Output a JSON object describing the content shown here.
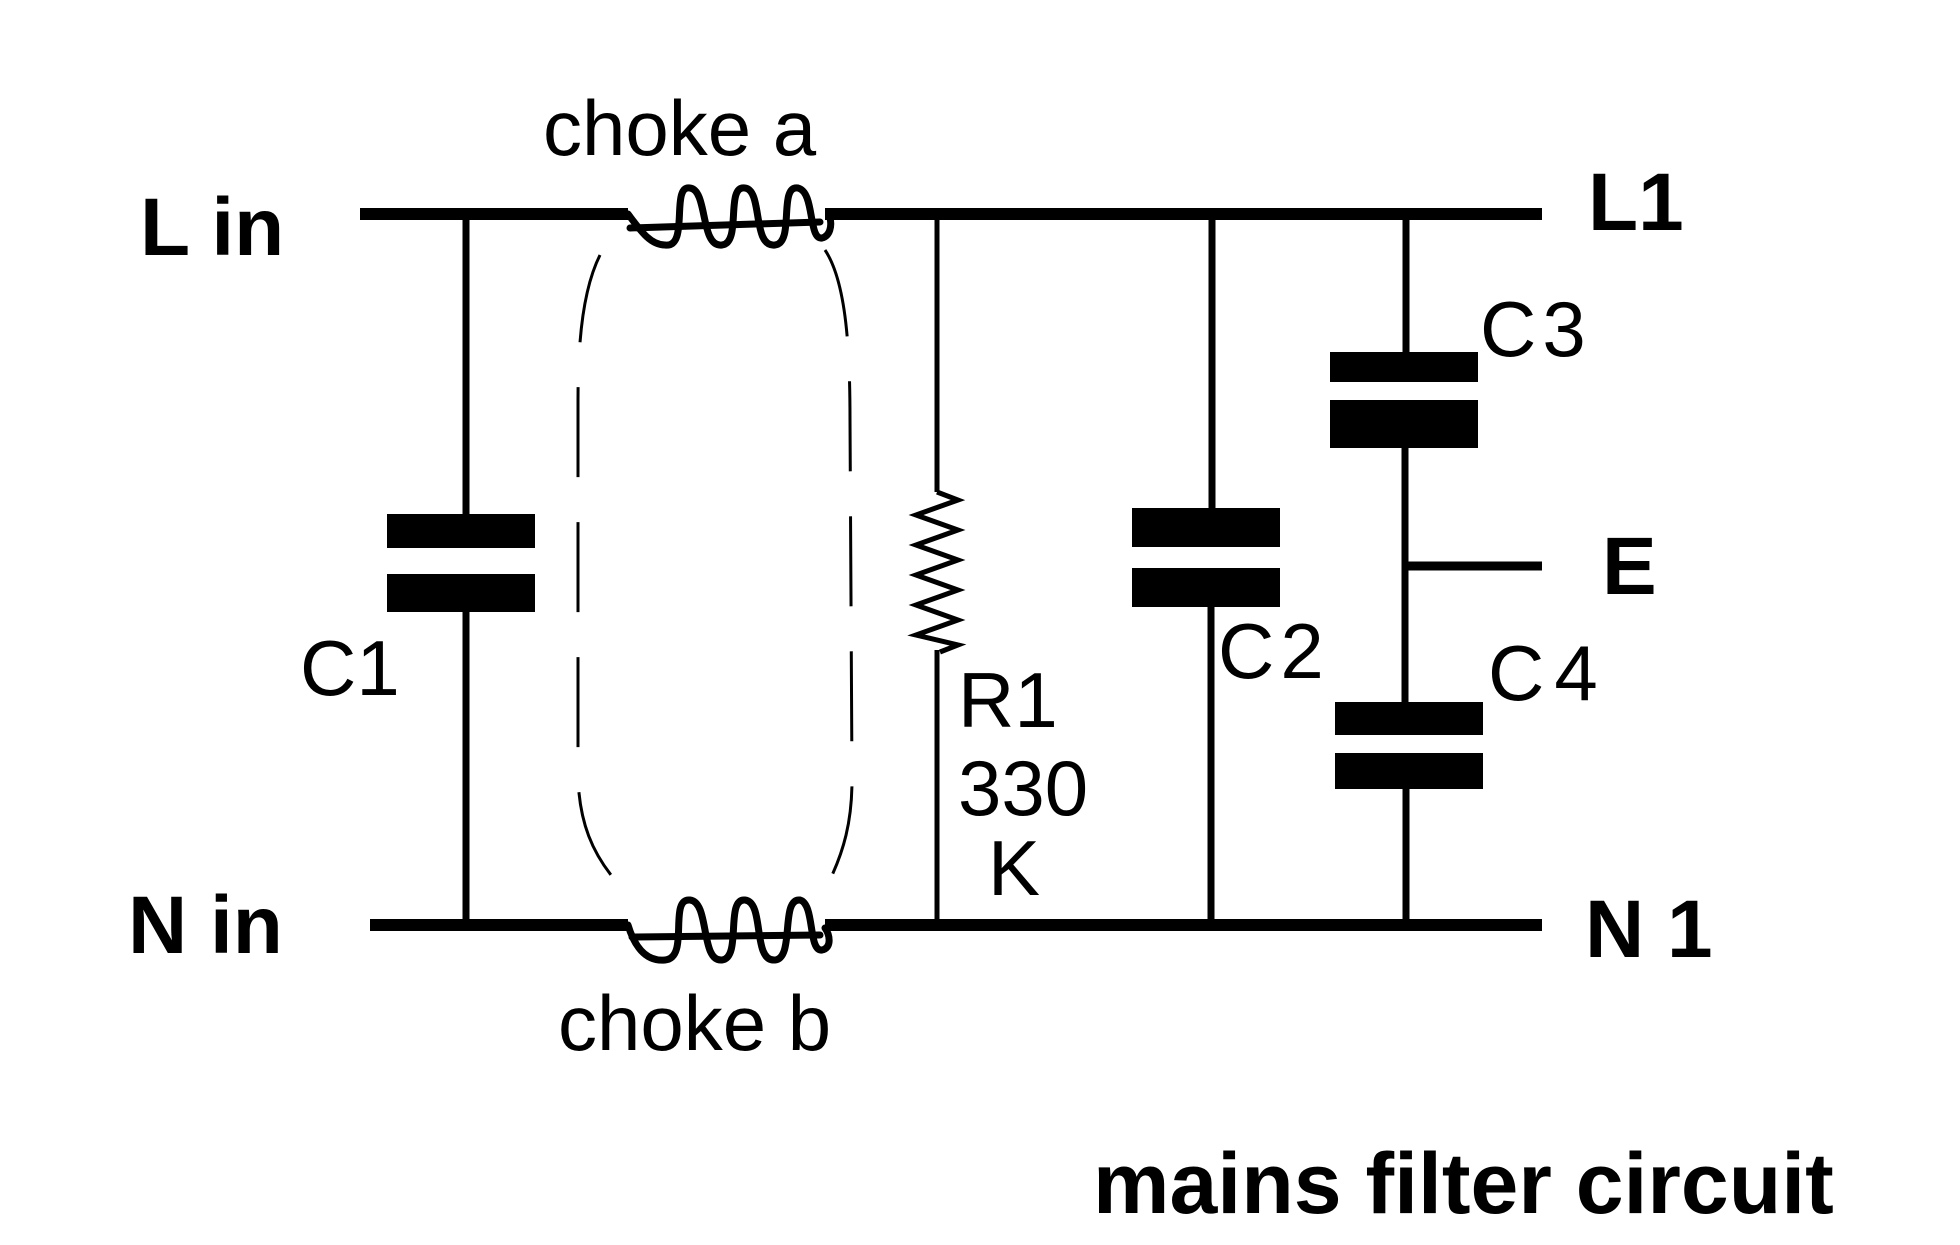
{
  "title": "mains filter circuit",
  "terminals": {
    "line_in": "L in",
    "neutral_in": "N in",
    "line_out": "L1",
    "earth": "E",
    "neutral_out": "N 1"
  },
  "components": {
    "choke_a": "choke a",
    "choke_b": "choke  b",
    "c1": "C1",
    "c2": "C2",
    "c3": "C3",
    "c4": "C4",
    "r1_name": "R1",
    "r1_value": "330",
    "r1_unit": "K"
  },
  "colors": {
    "ink": "#000000",
    "background": "#ffffff"
  }
}
